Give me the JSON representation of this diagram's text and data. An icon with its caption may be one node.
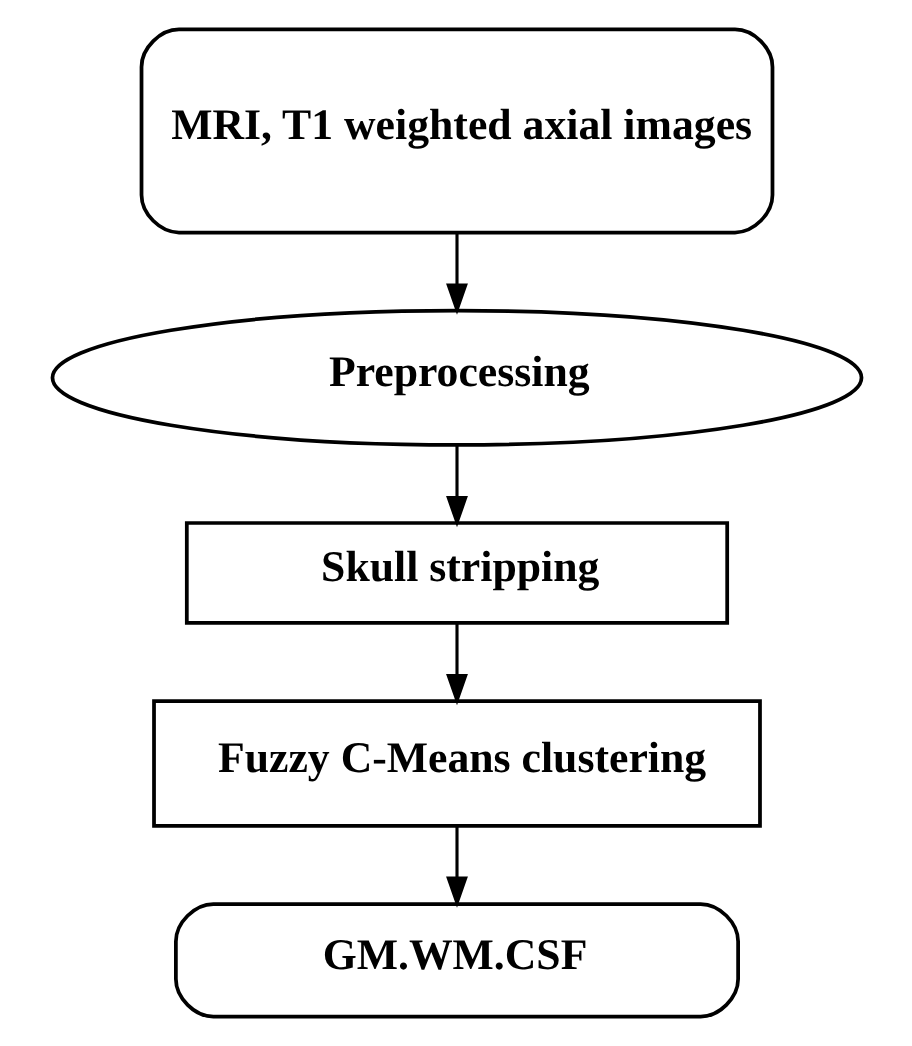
{
  "diagram": {
    "nodes": [
      {
        "text": [
          "MRI, T1 weighted axial images"
        ]
      },
      {
        "text": [
          "Preprocessing"
        ]
      },
      {
        "text": [
          "Skull stripping"
        ]
      },
      {
        "text": [
          "Fuzzy C-Means clustering"
        ]
      },
      {
        "text": [
          "GM.WM.CSF"
        ]
      }
    ],
    "edges": [
      {
        "from": 0,
        "to": 1,
        "arrow": "to"
      },
      {
        "from": 1,
        "to": 2,
        "arrow": "to"
      },
      {
        "from": 2,
        "to": 3,
        "arrow": "to"
      },
      {
        "from": 3,
        "to": 4,
        "arrow": "to"
      }
    ]
  }
}
